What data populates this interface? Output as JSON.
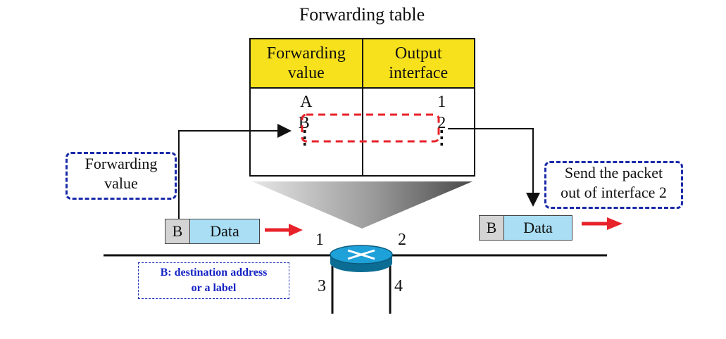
{
  "title": "Forwarding table",
  "table": {
    "headers": [
      "Forwarding\nvalue",
      "Output\ninterface"
    ],
    "rows": [
      {
        "value": "A",
        "interface": "1"
      },
      {
        "value": "B",
        "interface": "2"
      }
    ],
    "ellipsis": "⋮"
  },
  "callout_left": "Forwarding\nvalue",
  "callout_right": "Send the packet\nout of interface 2",
  "packet_in": {
    "header": "B",
    "body": "Data"
  },
  "packet_out": {
    "header": "B",
    "body": "Data"
  },
  "interfaces": [
    "1",
    "2",
    "3",
    "4"
  ],
  "note": "B: destination address\nor a label",
  "colors": {
    "header_fill": "#f7e11c",
    "packet_body": "#a9def5",
    "arrow": "#e8222a",
    "callout_border": "#1a2aa8",
    "router": "#1ea0d8"
  }
}
